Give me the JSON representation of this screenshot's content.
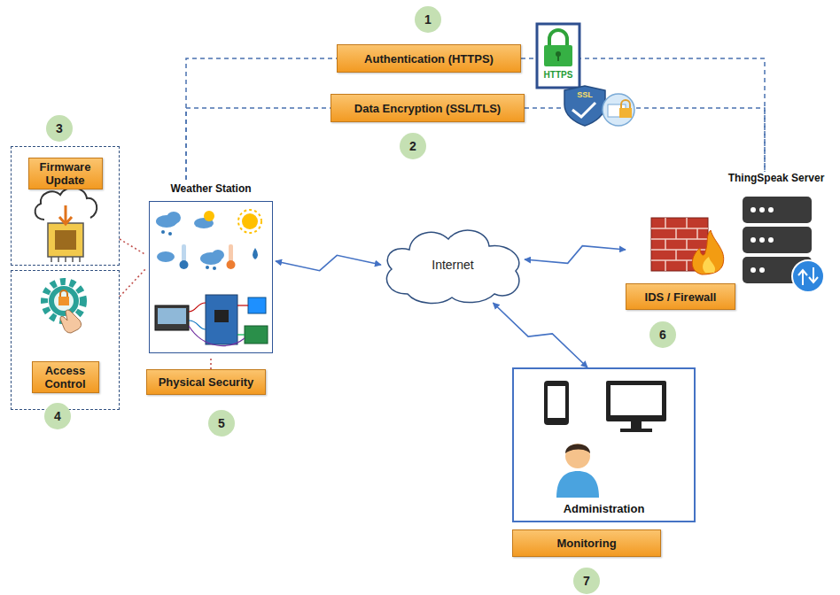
{
  "diagram": {
    "nodes": [
      {
        "text": [
          "Authentication (HTTPS)"
        ]
      },
      {
        "text": [
          "Data Encryption (SSL/TLS)"
        ]
      },
      {
        "text": [
          "Firmware Update"
        ]
      },
      {
        "text": [
          "Weather Station"
        ]
      },
      {
        "text": [
          "Access Control"
        ]
      },
      {
        "text": [
          "Physical Security"
        ]
      },
      {
        "text": [
          "Internet"
        ]
      },
      {
        "text": [
          "ThingSpeak Server"
        ]
      },
      {
        "text": [
          "IDS / Firewall"
        ]
      },
      {
        "text": [
          "Administration"
        ]
      },
      {
        "text": [
          "Monitoring"
        ]
      }
    ],
    "edges": [
      {
        "from": 3,
        "to": 6,
        "arrow": "both"
      },
      {
        "from": 6,
        "to": 8,
        "arrow": "both"
      },
      {
        "from": 6,
        "to": 9,
        "arrow": "both"
      },
      {
        "from": 3,
        "to": 0,
        "arrow": "none"
      },
      {
        "from": 3,
        "to": 1,
        "arrow": "none"
      },
      {
        "from": 0,
        "to": 7,
        "arrow": "none"
      },
      {
        "from": 1,
        "to": 7,
        "arrow": "none"
      },
      {
        "from": 2,
        "to": 3,
        "arrow": "none"
      },
      {
        "from": 4,
        "to": 3,
        "arrow": "none"
      },
      {
        "from": 5,
        "to": 3,
        "arrow": "none"
      }
    ],
    "labels": [
      "1",
      "2",
      "3",
      "4",
      "5",
      "6",
      "7",
      "HTTPS",
      "SSL"
    ]
  }
}
